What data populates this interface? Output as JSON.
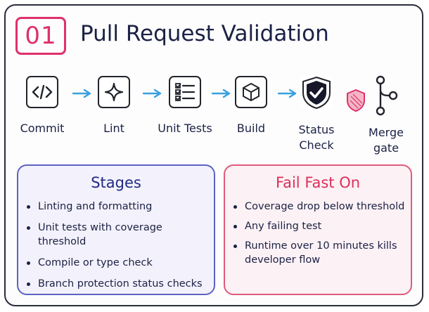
{
  "header": {
    "number": "01",
    "title": "Pull Request Validation"
  },
  "pipeline": {
    "steps": [
      {
        "label": "Commit",
        "icon": "code-icon"
      },
      {
        "label": "Lint",
        "icon": "sparkle-icon"
      },
      {
        "label": "Unit Tests",
        "icon": "checklist-icon"
      },
      {
        "label": "Build",
        "icon": "package-cube-icon"
      },
      {
        "label": "Status\nCheck",
        "icon": "shield-check-icon"
      },
      {
        "label": "Merge\ngate",
        "icon": "git-merge-icon"
      }
    ],
    "colors": {
      "arrow": "#3b9fe0",
      "shield_accent": "#e0306a"
    }
  },
  "stages": {
    "title": "Stages",
    "items": [
      "Linting and formatting",
      "Unit tests with coverage threshold",
      "Compile or type check",
      "Branch protection status checks"
    ]
  },
  "fail_fast": {
    "title": "Fail Fast On",
    "items": [
      "Coverage drop below threshold",
      "Any failing test",
      "Runtime over 10 minutes kills developer flow"
    ]
  }
}
